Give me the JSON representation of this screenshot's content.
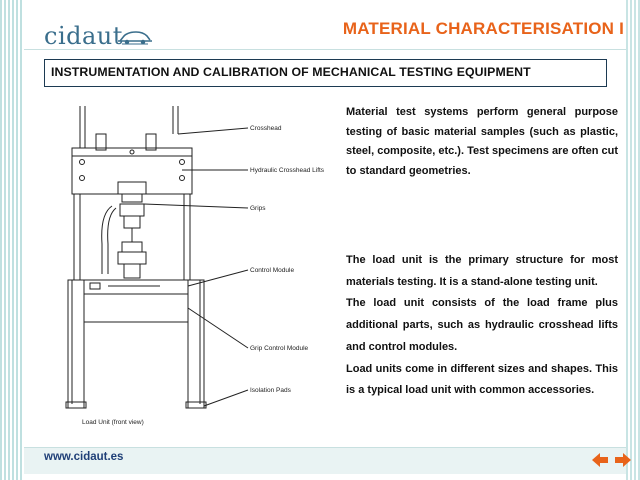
{
  "brand": {
    "logo_text": "cidaut",
    "logo_color": "#3a6e8c"
  },
  "header": {
    "title": "MATERIAL CHARACTERISATION I",
    "title_color": "#e8631a"
  },
  "subtitle": "INSTRUMENTATION AND CALIBRATION OF MECHANICAL TESTING EQUIPMENT",
  "figure": {
    "labels": {
      "crosshead": "Crosshead",
      "hydraulic_lifts": "Hydraulic Crosshead Lifts",
      "grips": "Grips",
      "control_module": "Control Module",
      "grip_control_module": "Grip Control Module",
      "isolation_pads": "Isolation Pads",
      "caption": "Load Unit (front view)"
    }
  },
  "body": {
    "paragraph1": "Material test systems perform general purpose testing of basic material samples (such as plastic, steel, composite, etc.). Test specimens are often cut to standard geometries.",
    "paragraph2_lines": [
      "The load unit is the primary structure for most materials testing. It is a stand-alone testing unit.",
      "The load unit consists of the load frame plus additional parts, such as hydraulic crosshead lifts and control modules.",
      "Load units come in different sizes and shapes. This is a typical load unit with common accessories."
    ]
  },
  "footer": {
    "url": "www.cidaut.es",
    "prev_icon": "arrow-left-icon",
    "next_icon": "arrow-right-icon",
    "arrow_color": "#e8631a"
  }
}
